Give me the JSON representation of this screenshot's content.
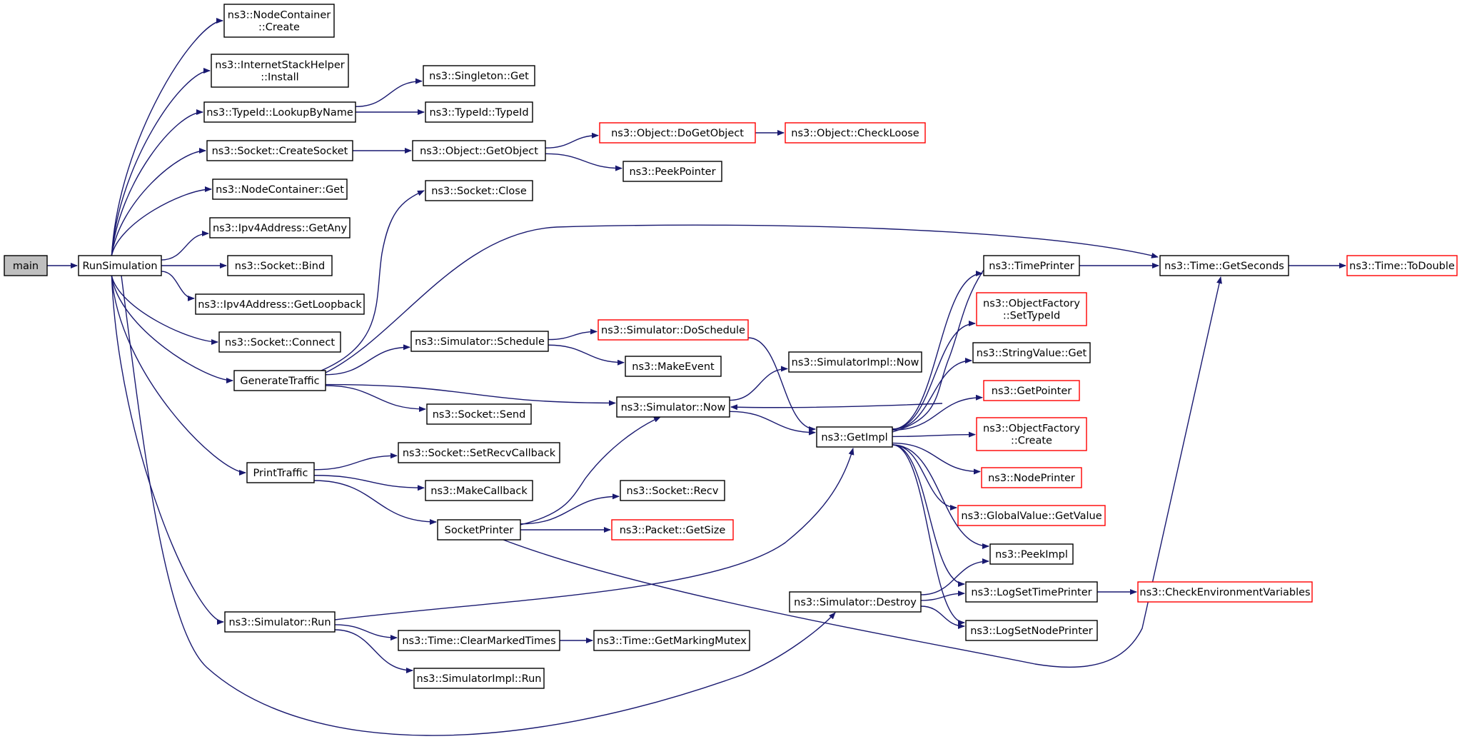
{
  "title": "",
  "colors": {
    "edge": "#191970",
    "node_border": "#000000",
    "incomplete_node_border": "#ff0000",
    "root_fill": "#bfbfbf"
  },
  "nodes": [
    {
      "id": "main",
      "label": [
        "main"
      ],
      "style": "root"
    },
    {
      "id": "RunSimulation",
      "label": [
        "RunSimulation"
      ]
    },
    {
      "id": "NodeContainerCreate",
      "label": [
        "ns3::NodeContainer",
        "::Create"
      ]
    },
    {
      "id": "InternetStackHelperInstall",
      "label": [
        "ns3::InternetStackHelper",
        "::Install"
      ]
    },
    {
      "id": "TypeIdLookupByName",
      "label": [
        "ns3::TypeId::LookupByName"
      ]
    },
    {
      "id": "SingletonGet",
      "label": [
        "ns3::Singleton::Get"
      ]
    },
    {
      "id": "TypeIdTypeId",
      "label": [
        "ns3::TypeId::TypeId"
      ]
    },
    {
      "id": "SocketCreateSocket",
      "label": [
        "ns3::Socket::CreateSocket"
      ]
    },
    {
      "id": "ObjectGetObject",
      "label": [
        "ns3::Object::GetObject"
      ]
    },
    {
      "id": "ObjectDoGetObject",
      "label": [
        "ns3::Object::DoGetObject"
      ],
      "style": "red"
    },
    {
      "id": "ObjectCheckLoose",
      "label": [
        "ns3::Object::CheckLoose"
      ],
      "style": "red"
    },
    {
      "id": "PeekPointer",
      "label": [
        "ns3::PeekPointer"
      ]
    },
    {
      "id": "NodeContainerGet",
      "label": [
        "ns3::NodeContainer::Get"
      ]
    },
    {
      "id": "SocketClose",
      "label": [
        "ns3::Socket::Close"
      ]
    },
    {
      "id": "Ipv4AddressGetAny",
      "label": [
        "ns3::Ipv4Address::GetAny"
      ]
    },
    {
      "id": "SocketBind",
      "label": [
        "ns3::Socket::Bind"
      ]
    },
    {
      "id": "Ipv4AddressGetLoopback",
      "label": [
        "ns3::Ipv4Address::GetLoopback"
      ]
    },
    {
      "id": "SocketConnect",
      "label": [
        "ns3::Socket::Connect"
      ]
    },
    {
      "id": "GenerateTraffic",
      "label": [
        "GenerateTraffic"
      ]
    },
    {
      "id": "SimulatorSchedule",
      "label": [
        "ns3::Simulator::Schedule"
      ]
    },
    {
      "id": "SimulatorDoSchedule",
      "label": [
        "ns3::Simulator::DoSchedule"
      ],
      "style": "red"
    },
    {
      "id": "MakeEvent",
      "label": [
        "ns3::MakeEvent"
      ]
    },
    {
      "id": "SocketSend",
      "label": [
        "ns3::Socket::Send"
      ]
    },
    {
      "id": "SimulatorNow",
      "label": [
        "ns3::Simulator::Now"
      ]
    },
    {
      "id": "SimulatorImplNow",
      "label": [
        "ns3::SimulatorImpl::Now"
      ]
    },
    {
      "id": "GetImpl",
      "label": [
        "ns3::GetImpl"
      ]
    },
    {
      "id": "TimePrinter",
      "label": [
        "ns3::TimePrinter"
      ]
    },
    {
      "id": "TimeGetSeconds",
      "label": [
        "ns3::Time::GetSeconds"
      ]
    },
    {
      "id": "TimeToDouble",
      "label": [
        "ns3::Time::ToDouble"
      ],
      "style": "red"
    },
    {
      "id": "ObjectFactorySetTypeId",
      "label": [
        "ns3::ObjectFactory",
        "::SetTypeId"
      ],
      "style": "red"
    },
    {
      "id": "StringValueGet",
      "label": [
        "ns3::StringValue::Get"
      ]
    },
    {
      "id": "GetPointer",
      "label": [
        "ns3::GetPointer"
      ],
      "style": "red"
    },
    {
      "id": "ObjectFactoryCreate",
      "label": [
        "ns3::ObjectFactory",
        "::Create"
      ],
      "style": "red"
    },
    {
      "id": "NodePrinter",
      "label": [
        "ns3::NodePrinter"
      ],
      "style": "red"
    },
    {
      "id": "GlobalValueGetValue",
      "label": [
        "ns3::GlobalValue::GetValue"
      ],
      "style": "red"
    },
    {
      "id": "PeekImpl",
      "label": [
        "ns3::PeekImpl"
      ]
    },
    {
      "id": "LogSetTimePrinter",
      "label": [
        "ns3::LogSetTimePrinter"
      ]
    },
    {
      "id": "CheckEnvironmentVariables",
      "label": [
        "ns3::CheckEnvironmentVariables"
      ],
      "style": "red"
    },
    {
      "id": "LogSetNodePrinter",
      "label": [
        "ns3::LogSetNodePrinter"
      ]
    },
    {
      "id": "PrintTraffic",
      "label": [
        "PrintTraffic"
      ]
    },
    {
      "id": "SocketSetRecvCallback",
      "label": [
        "ns3::Socket::SetRecvCallback"
      ]
    },
    {
      "id": "MakeCallback",
      "label": [
        "ns3::MakeCallback"
      ]
    },
    {
      "id": "SocketPrinter",
      "label": [
        "SocketPrinter"
      ]
    },
    {
      "id": "SocketRecv",
      "label": [
        "ns3::Socket::Recv"
      ]
    },
    {
      "id": "PacketGetSize",
      "label": [
        "ns3::Packet::GetSize"
      ],
      "style": "red"
    },
    {
      "id": "SimulatorDestroy",
      "label": [
        "ns3::Simulator::Destroy"
      ]
    },
    {
      "id": "SimulatorRun",
      "label": [
        "ns3::Simulator::Run"
      ]
    },
    {
      "id": "TimeClearMarkedTimes",
      "label": [
        "ns3::Time::ClearMarkedTimes"
      ]
    },
    {
      "id": "TimeGetMarkingMutex",
      "label": [
        "ns3::Time::GetMarkingMutex"
      ]
    },
    {
      "id": "SimulatorImplRun",
      "label": [
        "ns3::SimulatorImpl::Run"
      ]
    }
  ],
  "edges": [
    [
      "main",
      "RunSimulation"
    ],
    [
      "RunSimulation",
      "NodeContainerCreate"
    ],
    [
      "RunSimulation",
      "InternetStackHelperInstall"
    ],
    [
      "RunSimulation",
      "TypeIdLookupByName"
    ],
    [
      "RunSimulation",
      "SocketCreateSocket"
    ],
    [
      "RunSimulation",
      "NodeContainerGet"
    ],
    [
      "RunSimulation",
      "Ipv4AddressGetAny"
    ],
    [
      "RunSimulation",
      "SocketBind"
    ],
    [
      "RunSimulation",
      "Ipv4AddressGetLoopback"
    ],
    [
      "RunSimulation",
      "SocketConnect"
    ],
    [
      "RunSimulation",
      "GenerateTraffic"
    ],
    [
      "RunSimulation",
      "PrintTraffic"
    ],
    [
      "RunSimulation",
      "SimulatorRun"
    ],
    [
      "RunSimulation",
      "SimulatorDestroy"
    ],
    [
      "TypeIdLookupByName",
      "SingletonGet"
    ],
    [
      "TypeIdLookupByName",
      "TypeIdTypeId"
    ],
    [
      "SocketCreateSocket",
      "ObjectGetObject"
    ],
    [
      "ObjectGetObject",
      "ObjectDoGetObject"
    ],
    [
      "ObjectGetObject",
      "PeekPointer"
    ],
    [
      "ObjectDoGetObject",
      "ObjectCheckLoose"
    ],
    [
      "GenerateTraffic",
      "SocketClose"
    ],
    [
      "GenerateTraffic",
      "TimeGetSeconds"
    ],
    [
      "GenerateTraffic",
      "SimulatorSchedule"
    ],
    [
      "GenerateTraffic",
      "SimulatorNow"
    ],
    [
      "GenerateTraffic",
      "SocketSend"
    ],
    [
      "SimulatorSchedule",
      "SimulatorDoSchedule"
    ],
    [
      "SimulatorSchedule",
      "MakeEvent"
    ],
    [
      "SimulatorDoSchedule",
      "GetImpl"
    ],
    [
      "SimulatorNow",
      "SimulatorImplNow"
    ],
    [
      "SimulatorNow",
      "GetImpl"
    ],
    [
      "GetImpl",
      "SimulatorNow"
    ],
    [
      "GetImpl",
      "TimePrinter"
    ],
    [
      "GetImpl",
      "ObjectFactorySetTypeId"
    ],
    [
      "GetImpl",
      "StringValueGet"
    ],
    [
      "GetImpl",
      "GetPointer"
    ],
    [
      "GetImpl",
      "ObjectFactoryCreate"
    ],
    [
      "GetImpl",
      "NodePrinter"
    ],
    [
      "GetImpl",
      "GlobalValueGetValue"
    ],
    [
      "GetImpl",
      "PeekImpl"
    ],
    [
      "GetImpl",
      "LogSetTimePrinter"
    ],
    [
      "GetImpl",
      "LogSetNodePrinter"
    ],
    [
      "TimePrinter",
      "TimeGetSeconds"
    ],
    [
      "TimeGetSeconds",
      "TimeToDouble"
    ],
    [
      "LogSetTimePrinter",
      "CheckEnvironmentVariables"
    ],
    [
      "PrintTraffic",
      "SocketSetRecvCallback"
    ],
    [
      "PrintTraffic",
      "MakeCallback"
    ],
    [
      "PrintTraffic",
      "SocketPrinter"
    ],
    [
      "SocketPrinter",
      "SimulatorNow"
    ],
    [
      "SocketPrinter",
      "SocketRecv"
    ],
    [
      "SocketPrinter",
      "PacketGetSize"
    ],
    [
      "SocketPrinter",
      "TimeGetSeconds"
    ],
    [
      "SimulatorDestroy",
      "PeekImpl"
    ],
    [
      "SimulatorDestroy",
      "LogSetTimePrinter"
    ],
    [
      "SimulatorDestroy",
      "LogSetNodePrinter"
    ],
    [
      "SimulatorRun",
      "GetImpl"
    ],
    [
      "SimulatorRun",
      "TimeClearMarkedTimes"
    ],
    [
      "SimulatorRun",
      "SimulatorImplRun"
    ],
    [
      "TimeClearMarkedTimes",
      "TimeGetMarkingMutex"
    ]
  ]
}
